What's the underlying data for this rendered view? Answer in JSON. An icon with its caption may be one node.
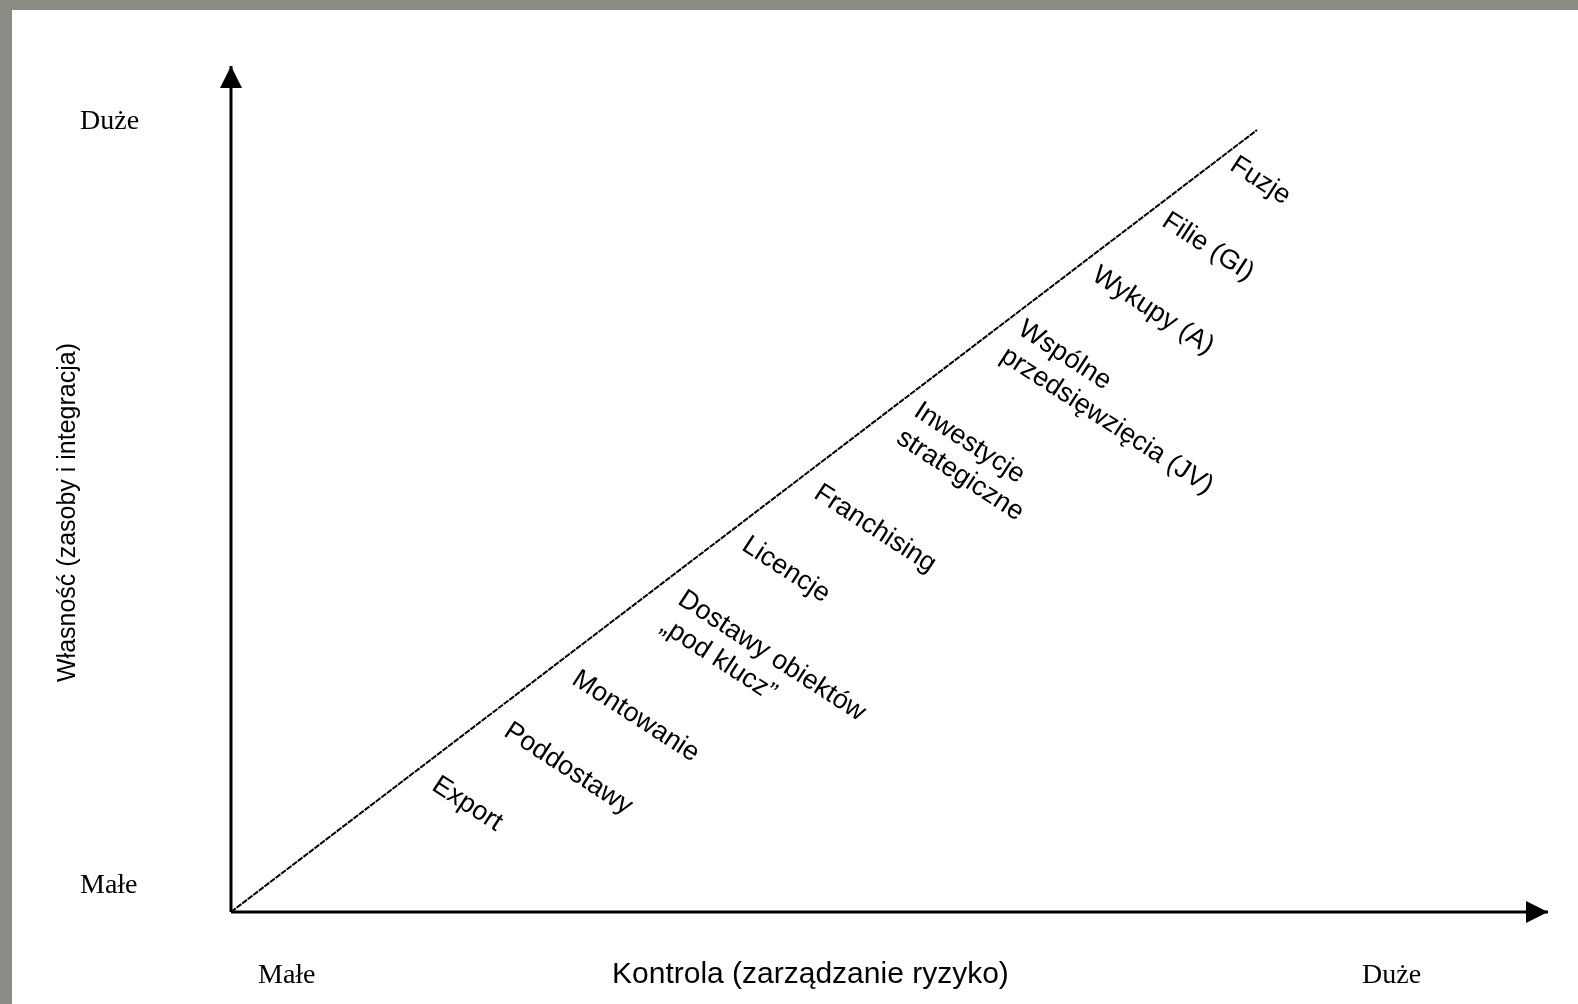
{
  "diagram": {
    "labels": [
      "Duże",
      "Własność (zasoby i integracja)",
      "Fuzje",
      "Filie (GI)",
      "Wykupy (A)",
      "Wspólne przedsięwzięcia (JV)",
      "Inwestycje strategiczne",
      "Franchising",
      "Licencje",
      "Dostawy obiektów „pod klucz”",
      "Montowanie",
      "Poddostawy",
      "Export",
      "Małe",
      "Małe",
      "Kontrola (zarządzanie ryzyko)",
      "Duże"
    ]
  }
}
